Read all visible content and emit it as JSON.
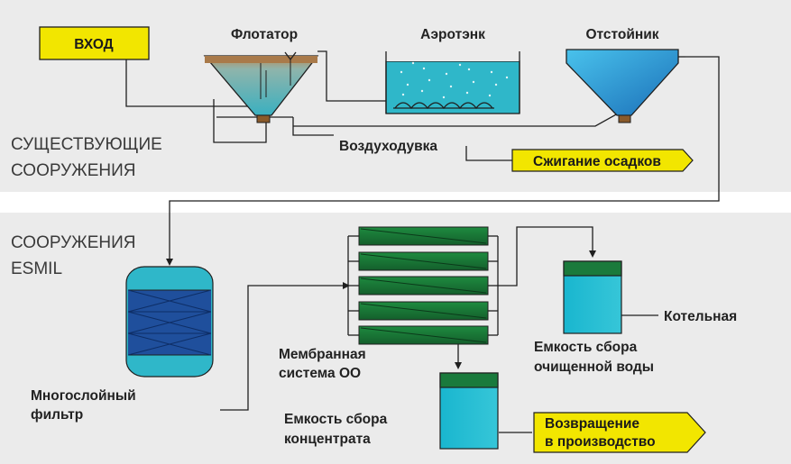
{
  "sections": {
    "existing": {
      "line1": "СУЩЕСТВУЮЩИЕ",
      "line2": "СООРУЖЕНИЯ"
    },
    "esmil": {
      "line1": "СООРУЖЕНИЯ",
      "line2": "ESMIL"
    }
  },
  "inlet": {
    "label": "ВХОД"
  },
  "units": {
    "flotator": "Флотатор",
    "aerotank": "Аэротэнк",
    "settler": "Отстойник",
    "blower": "Воздуходувка",
    "filter": {
      "line1": "Многослойный",
      "line2": "фильтр"
    },
    "membrane": {
      "line1": "Мембранная",
      "line2": "система ОО"
    },
    "clean_tank": {
      "line1": "Емкость сбора",
      "line2": "очищенной воды"
    },
    "concentrate_tank": {
      "line1": "Емкость сбора",
      "line2": "концентрата"
    },
    "boiler": "Котельная"
  },
  "outputs": {
    "sludge": "Сжигание осадков",
    "return": {
      "line1": "Возвращение",
      "line2": "в производство"
    }
  },
  "colors": {
    "section_bg": "#ebebeb",
    "yellow": "#f2e600",
    "water": "#2fb7c9",
    "green_dark": "#1a7a3c",
    "filter_blue": "#1f4f9c"
  }
}
